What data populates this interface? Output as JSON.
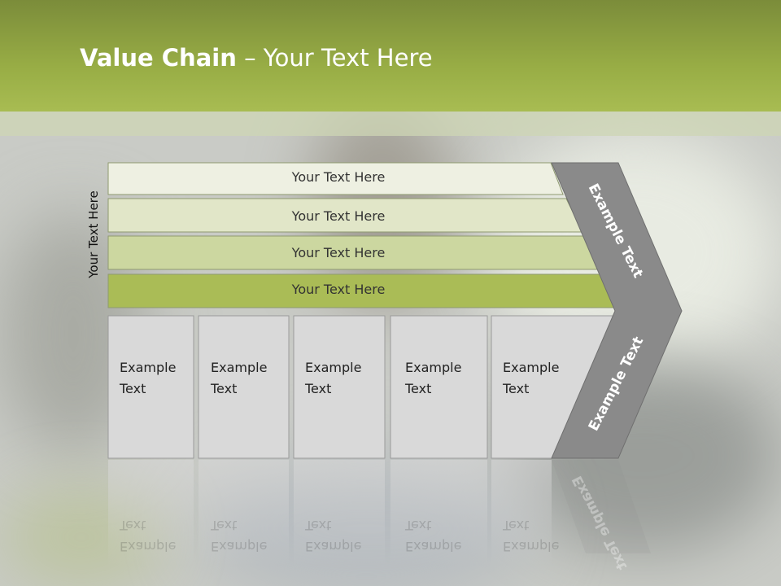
{
  "title": {
    "bold": "Value Chain",
    "rest": " – Your Text Here"
  },
  "side_label": "Your Text Here",
  "rows": [
    {
      "label": "Your Text Here",
      "color": "#eef0e2"
    },
    {
      "label": "Your Text Here",
      "color": "#e1e6c8"
    },
    {
      "label": "Your Text Here",
      "color": "#ccd7a0"
    },
    {
      "label": "Your Text Here",
      "color": "#aabc56"
    }
  ],
  "cells": [
    {
      "line1": "Example",
      "line2": "Text"
    },
    {
      "line1": "Example",
      "line2": "Text"
    },
    {
      "line1": "Example",
      "line2": "Text"
    },
    {
      "line1": "Example",
      "line2": "Text"
    },
    {
      "line1": "Example",
      "line2": "Text"
    }
  ],
  "chevron_top": "Example Text",
  "chevron_bottom": "Example Text",
  "colors": {
    "header": "#98ad45",
    "chevron": "#8a8a8a",
    "cell": "#d9d9d9"
  }
}
